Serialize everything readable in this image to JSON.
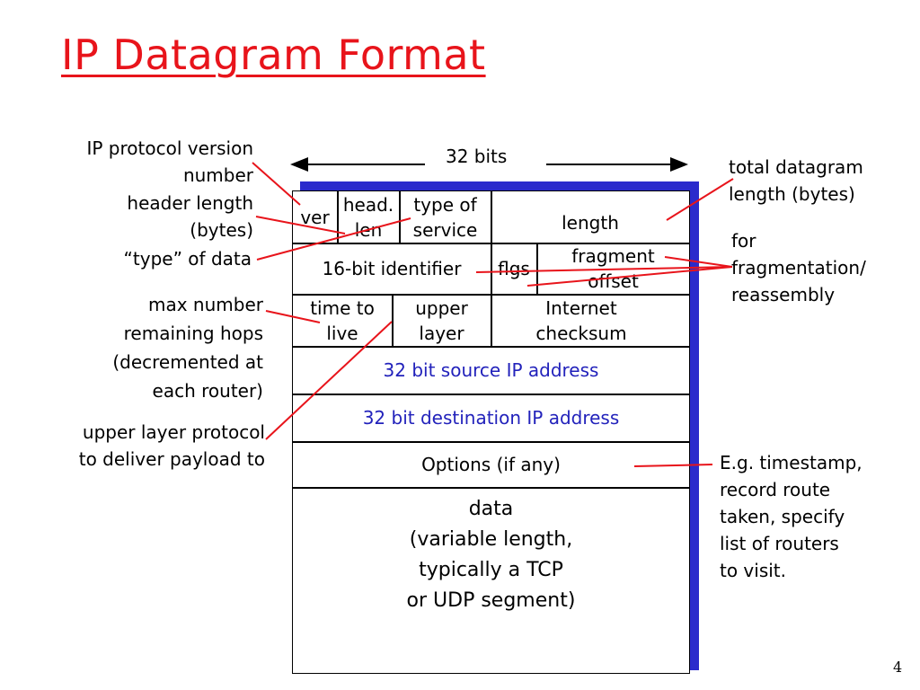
{
  "title": "IP Datagram Format",
  "bits_label": "32 bits",
  "page_number": "4",
  "fields": {
    "ver": "ver",
    "head_len": [
      "head.",
      "len"
    ],
    "type_of_service": [
      "type of",
      "service"
    ],
    "length": "length",
    "identifier": "16-bit identifier",
    "flags": "flgs",
    "fragment_offset": [
      "fragment",
      "offset"
    ],
    "time_to_live": [
      "time to",
      "live"
    ],
    "upper_layer": [
      "upper",
      "layer"
    ],
    "checksum": [
      "Internet",
      "checksum"
    ],
    "source_ip": "32 bit source IP address",
    "dest_ip": "32 bit destination IP address",
    "options": "Options (if any)",
    "data": [
      "data",
      "(variable length,",
      "typically a TCP",
      "or UDP segment)"
    ]
  },
  "annotations": {
    "protocol_version": [
      "IP protocol version",
      "number"
    ],
    "header_length": [
      "header length",
      "(bytes)"
    ],
    "type_of_data": "“type” of data",
    "max_hops": [
      "max number",
      "remaining hops",
      "(decremented at",
      "each router)"
    ],
    "upper_protocol": [
      "upper layer protocol",
      "to deliver payload to"
    ],
    "total_length": [
      "total datagram",
      "length (bytes)"
    ],
    "fragmentation": [
      "for",
      "fragmentation/",
      "reassembly"
    ],
    "options_example": [
      "E.g. timestamp,",
      "record route",
      "taken, specify",
      "list of routers",
      "to visit."
    ]
  },
  "colors": {
    "title": "#e8141b",
    "pointer_lines": "#e8141b",
    "address_text": "#2222bb",
    "box_shadow": "#2b2bcc"
  }
}
